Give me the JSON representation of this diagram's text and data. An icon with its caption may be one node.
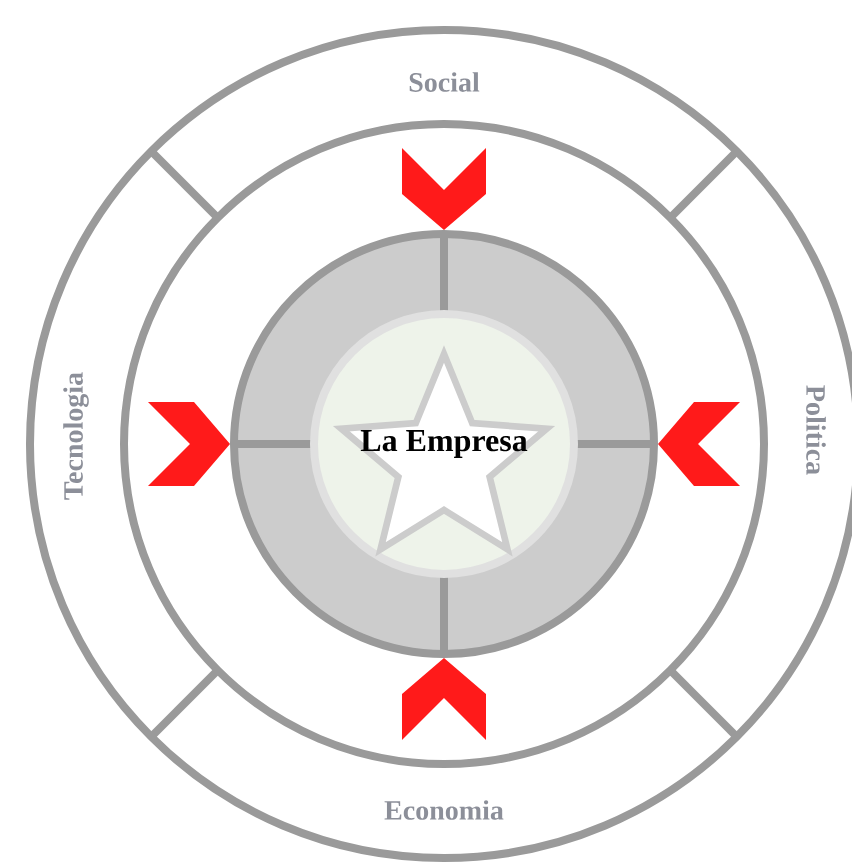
{
  "diagram": {
    "nodes": [
      {
        "text": [
          "Social"
        ]
      },
      {
        "text": [
          "Politica"
        ]
      },
      {
        "text": [
          "Economia"
        ]
      },
      {
        "text": [
          "Tecnologia"
        ]
      },
      {
        "text": [
          "La Empresa"
        ]
      }
    ]
  }
}
